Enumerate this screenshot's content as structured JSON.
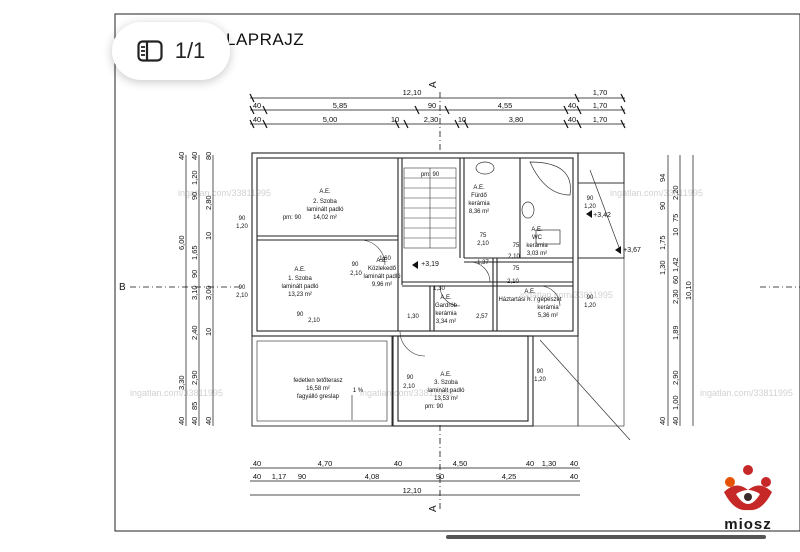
{
  "viewer": {
    "page_indicator": "1/1",
    "scrollbar": "horizontal-scrollbar"
  },
  "plan": {
    "title": "LAPRAJZ",
    "section_a": "A",
    "section_b": "B",
    "rooms": [
      {
        "title": "A.E.",
        "name": "2. Szoba",
        "floor": "laminált padló",
        "area": "14,02 m²"
      },
      {
        "title": "A.E.",
        "name": "1. Szoba",
        "floor": "laminált padló",
        "area": "13,23 m²"
      },
      {
        "title": "A.E.",
        "name": "Közlekedő",
        "floor": "laminált padló",
        "area": "9,96 m²"
      },
      {
        "title": "A.E.",
        "name": "Fürdő",
        "floor": "kerámia",
        "area": "8,36 m²"
      },
      {
        "title": "A.E.",
        "name": "WC",
        "floor": "kerámia",
        "area": "3,03 m²"
      },
      {
        "title": "A.E.",
        "name": "Gardrób",
        "floor": "kerámia",
        "area": "3,34 m²"
      },
      {
        "title": "A.E.",
        "name": "Háztartási h. / gépészet",
        "floor": "kerámia",
        "area": "5,36 m²"
      },
      {
        "title": "A.E.",
        "name": "3. Szoba",
        "floor": "laminált padló",
        "area": "13,53 m²"
      }
    ],
    "terrace": {
      "line1": "fedetlen tetőterasz",
      "line2": "16,58 m²",
      "line3": "fagyálló greslap",
      "slope": "1 %"
    },
    "levels": [
      "+3,19",
      "+3,42",
      "+3,67"
    ],
    "top_dims": {
      "overall": "12,10",
      "row1": [
        "40",
        "5,85",
        "90",
        "4,55",
        "40",
        "1,70"
      ],
      "row2": [
        "40",
        "5,00",
        "10",
        "2,30",
        "10",
        "3,80",
        "40",
        "1,70"
      ],
      "top_right": "1,70"
    },
    "bottom_dims": {
      "row1": [
        "40",
        "4,70",
        "40",
        "4,50",
        "40",
        "1,30",
        "40"
      ],
      "row2": [
        "40",
        "1,17",
        "90",
        "4,08",
        "90",
        "4,25",
        "40"
      ],
      "overall": "12,10"
    },
    "left_dims": {
      "outer": [
        "40",
        "6,00",
        "3,30",
        "40"
      ],
      "middle": [
        "40",
        "1,20",
        "90",
        "1,65",
        "90",
        "3,10",
        "2,40",
        "2,90",
        "85",
        "40"
      ],
      "inner": [
        "80",
        "2,80",
        "10",
        "3,00",
        "10",
        "40"
      ]
    },
    "right_dims": {
      "outer": [
        "10,10"
      ],
      "middle": [
        "2,20",
        "75",
        "10",
        "1,42",
        "60",
        "2,30",
        "1,89",
        "2,90",
        "1,00",
        "40"
      ],
      "inner": [
        "94",
        "90",
        "1,75",
        "1,30",
        "40"
      ]
    },
    "labels_misc": [
      "pm: 90",
      "pm: 90",
      "pm: 90",
      "90",
      "1,20",
      "90",
      "2,10",
      "90",
      "2,10",
      "75",
      "2,10",
      "75",
      "2,10",
      "75",
      "2,10",
      "1,60",
      "1,30",
      "1,37",
      "2,57",
      "1,30",
      "90",
      "2,10",
      "90",
      "2,10",
      "90",
      "1,20",
      "90",
      "1,20",
      "90",
      "1,20"
    ],
    "watermarks": [
      "ingatlan.com/33811995",
      "ingatlan.com/33811995",
      "ingatlan.com/33811995",
      "ingatlan.com/33811995",
      "ingatlan.com/33811995",
      "ingatlan.com/33811995"
    ]
  },
  "brand": {
    "logo_text": "miosz",
    "colors": {
      "red": "#c62828",
      "orange": "#e65100",
      "dark": "#3a2a2a"
    }
  }
}
